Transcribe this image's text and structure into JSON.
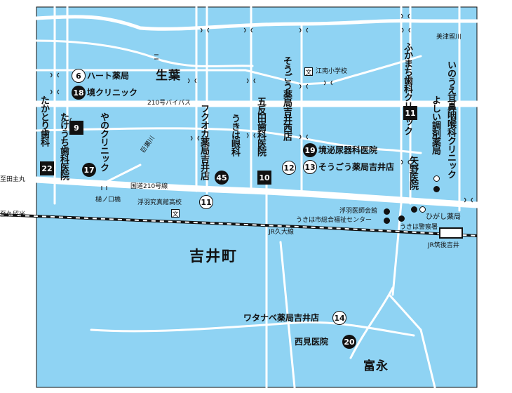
{
  "colors": {
    "water": "#8fd3f3",
    "road": "#ffffff",
    "rail": "#111111",
    "ink": "#111111"
  },
  "areas": {
    "ikuba": "生葉",
    "yoshii": "吉井町",
    "tominaga": "富永"
  },
  "roads": {
    "bypass": "210号バイパス",
    "national": "国道210号線",
    "river": "巨瀬川"
  },
  "rail": {
    "line": "JR久大線",
    "station": "JR筑後吉井"
  },
  "edges": {
    "to_tashu": "至田主丸",
    "to_kurume": "至久留米",
    "to_mitsu": "美津留川"
  },
  "places": {
    "p6": {
      "num": "6",
      "name": "ハート薬局"
    },
    "p18": {
      "num": "18",
      "name": "境クリニック"
    },
    "p22": {
      "num": "22",
      "name": "たかとり歯科"
    },
    "p9": {
      "num": "9",
      "name": "たけうち歯科医院"
    },
    "p17": {
      "num": "17",
      "name": "やのクリニック"
    },
    "p11": {
      "num": "11",
      "name": "フクオカ薬局吉井店"
    },
    "p45": {
      "num": "45",
      "name": "うきは眼科"
    },
    "p10": {
      "num": "10",
      "name": "五反田歯科医院"
    },
    "p12": {
      "num": "12",
      "name": "そうごう薬局吉井西店"
    },
    "p19": {
      "num": "19",
      "name": "境泌尿器科医院"
    },
    "p13": {
      "num": "13",
      "name": "そうごう薬局吉井店"
    },
    "p11b": {
      "num": "11",
      "name": "ふかまち歯科クリニック"
    },
    "pinoue": {
      "name": "いのうえ耳鼻咽喉科クリニック"
    },
    "pyoshii": {
      "name": "よしい調剤薬局"
    },
    "pyano": {
      "name": "矢野医院"
    },
    "phigashi": {
      "name": "ひがし薬局"
    },
    "p14": {
      "num": "14",
      "name": "ワタナベ薬局吉井店"
    },
    "p20": {
      "num": "20",
      "name": "西見医院"
    }
  },
  "landmarks": {
    "konan": "江南小学校",
    "ukiha_hs": "浮羽究真館高校",
    "hinokuchi": "樋ノ口橋",
    "ishikai": "浮羽医師会館",
    "fukushi": "うきは市総合福祉センター",
    "police": "うきは警察署",
    "school_mark": "文"
  }
}
